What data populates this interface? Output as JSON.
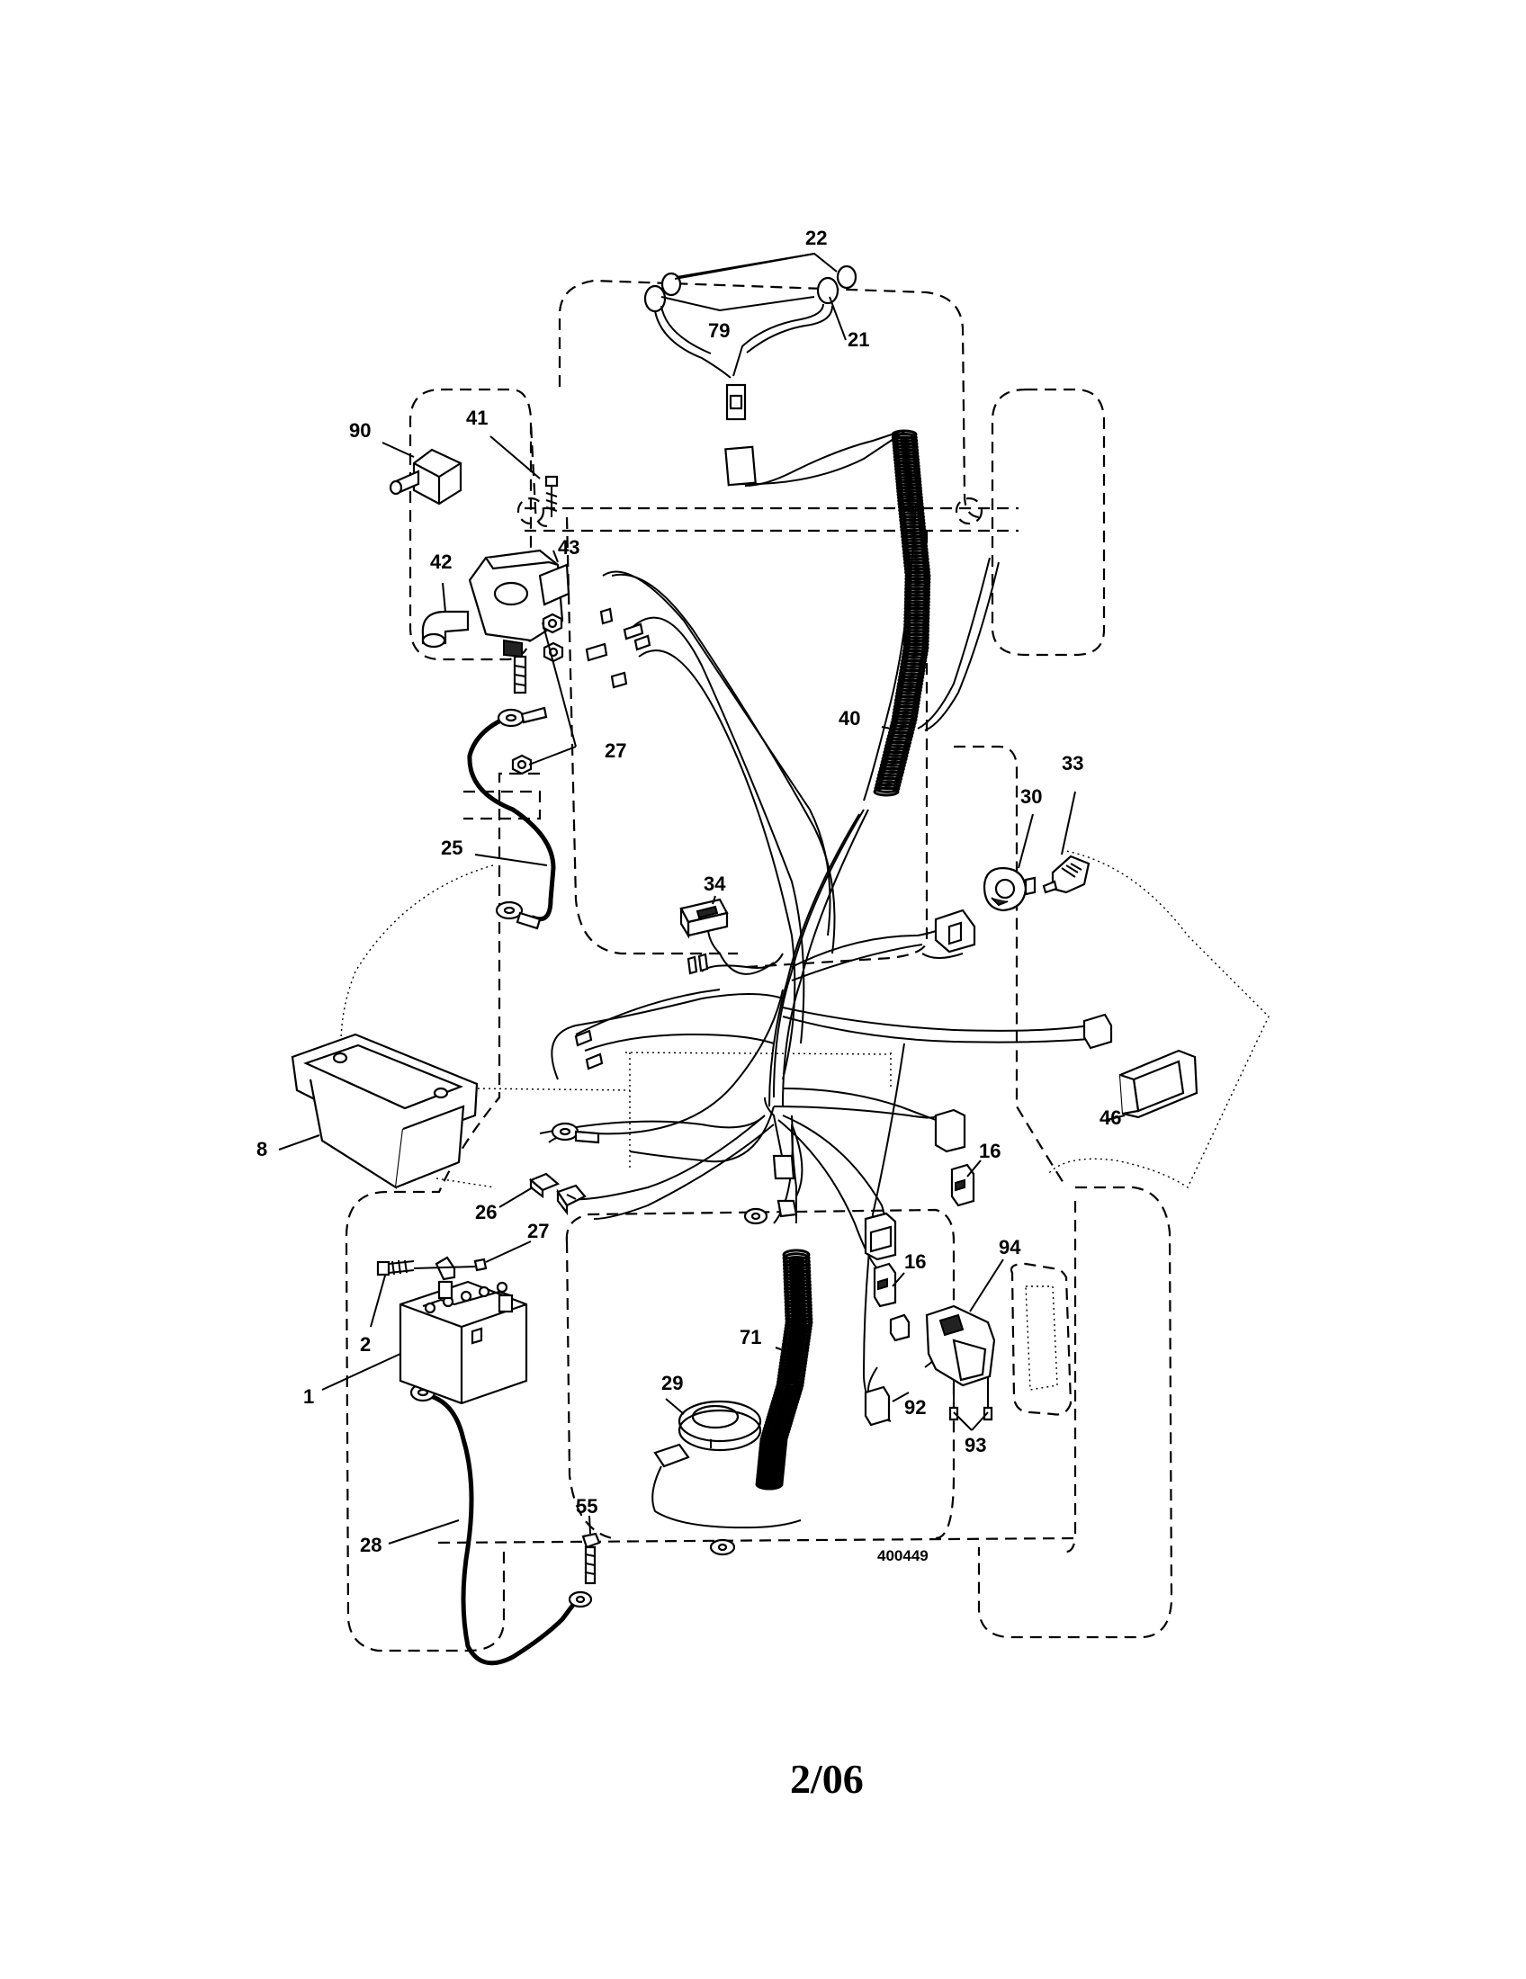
{
  "diagram": {
    "callouts": [
      "22",
      "79",
      "21",
      "90",
      "41",
      "43",
      "42",
      "27",
      "40",
      "33",
      "30",
      "25",
      "34",
      "8",
      "46",
      "16",
      "26",
      "27",
      "2",
      "1",
      "94",
      "16",
      "71",
      "29",
      "92",
      "93",
      "28",
      "55"
    ],
    "drawing_number": "400449",
    "page_footer": "2/06"
  }
}
